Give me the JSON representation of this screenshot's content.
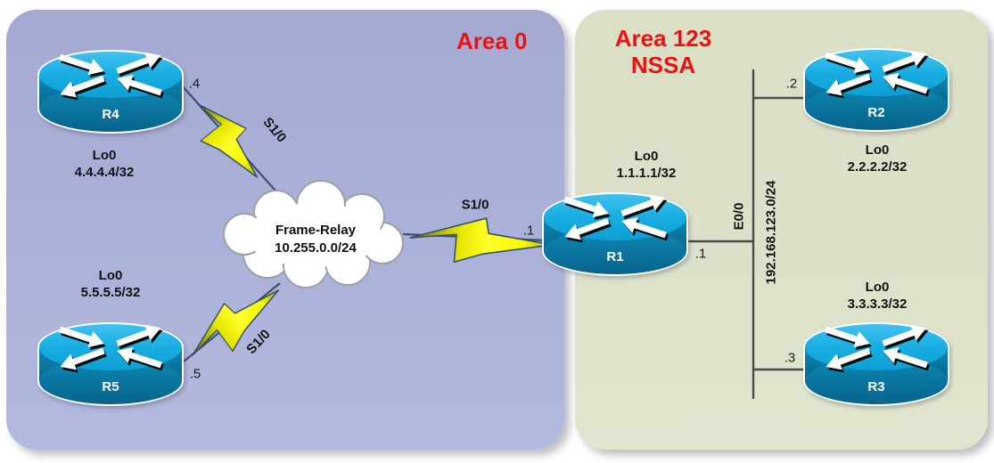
{
  "areas": {
    "area0": {
      "label": "Area 0"
    },
    "area123": {
      "label": "Area 123",
      "sublabel": "NSSA"
    }
  },
  "cloud": {
    "name": "Frame-Relay",
    "subnet": "10.255.0.0/24"
  },
  "routers": {
    "r1": {
      "name": "R1",
      "loopback": {
        "iface": "Lo0",
        "ip": "1.1.1.1/32"
      }
    },
    "r2": {
      "name": "R2",
      "loopback": {
        "iface": "Lo0",
        "ip": "2.2.2.2/32"
      }
    },
    "r3": {
      "name": "R3",
      "loopback": {
        "iface": "Lo0",
        "ip": "3.3.3.3/32"
      }
    },
    "r4": {
      "name": "R4",
      "loopback": {
        "iface": "Lo0",
        "ip": "4.4.4.4/32"
      }
    },
    "r5": {
      "name": "R5",
      "loopback": {
        "iface": "Lo0",
        "ip": "5.5.5.5/32"
      }
    }
  },
  "links": {
    "r4_serial": {
      "iface": "S1/0",
      "addr": ".4"
    },
    "r5_serial": {
      "iface": "S1/0",
      "addr": ".5"
    },
    "r1_serial": {
      "iface": "S1/0",
      "addr": ".1"
    },
    "r1_lan": {
      "iface": "E0/0",
      "addr": ".1"
    },
    "r2_lan": {
      "addr": ".2"
    },
    "r3_lan": {
      "addr": ".3"
    },
    "lan_subnet": "192.168.123.0/24"
  },
  "colors": {
    "area0_bg": "#abb1d8",
    "area123_bg": "#dce1c9",
    "title_red": "#ec1212",
    "router_top": "#18ade2",
    "router_body": "#0b7fab",
    "bolt_yellow": "#f2f200",
    "serial_line": "#3c536b",
    "lan_line": "#4a4a4a"
  }
}
